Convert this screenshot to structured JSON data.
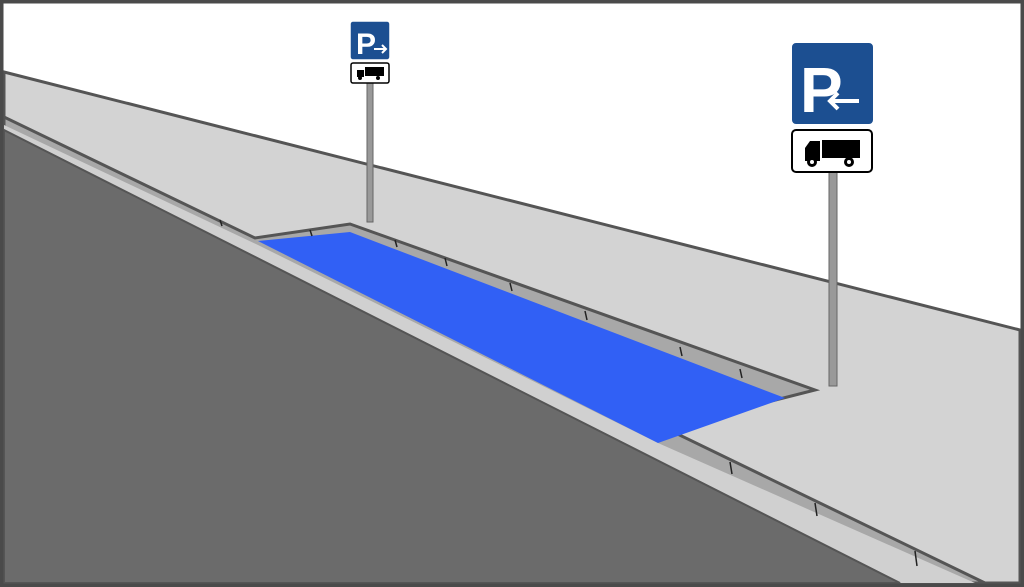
{
  "scene": {
    "colors": {
      "sky": "#ffffff",
      "sidewalk": "#d3d3d3",
      "road": "#6b6b6b",
      "parking_bay": "#3160f5",
      "curb": "#a8a8a8",
      "sign_blue": "#1c4f91",
      "frame": "#4a4a4a"
    },
    "signs": [
      {
        "letter": "P",
        "arrow": "right",
        "supplement_icon": "truck-icon"
      },
      {
        "letter": "P",
        "arrow": "left",
        "supplement_icon": "truck-icon"
      }
    ]
  }
}
